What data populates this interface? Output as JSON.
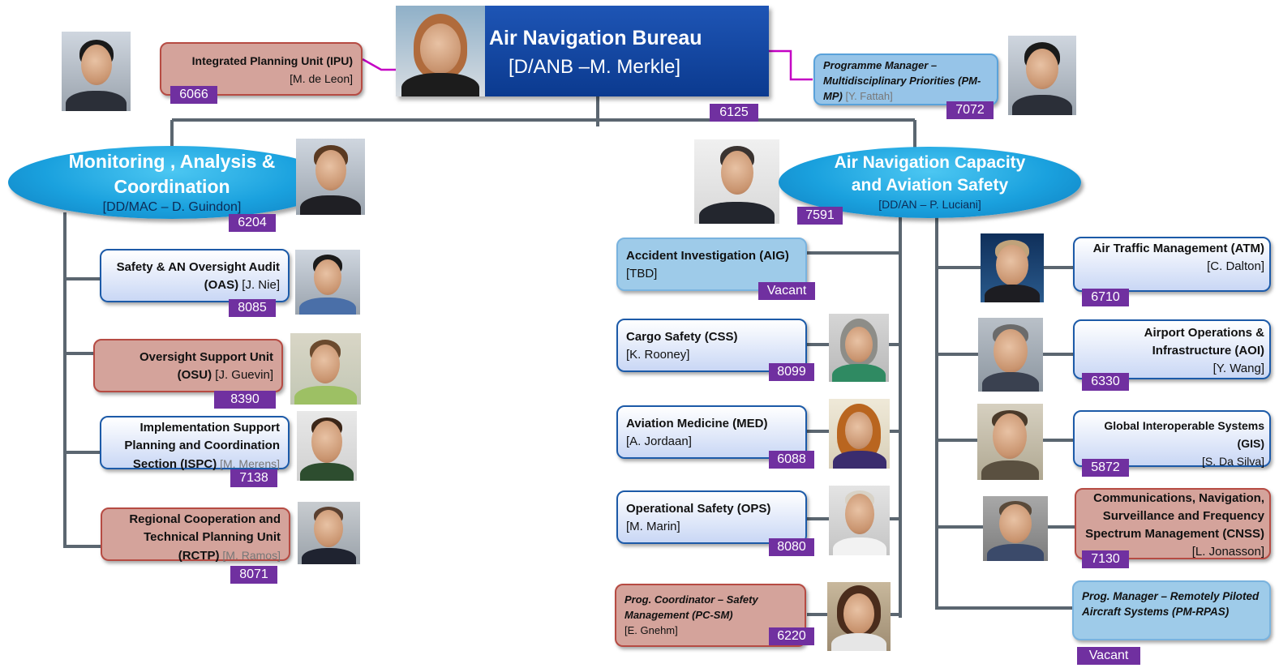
{
  "head": {
    "title": "Air Navigation Bureau",
    "subtitle": "[D/ANB –M. Merkle]",
    "ext": "6125"
  },
  "ipu": {
    "title": "Integrated Planning Unit (IPU)",
    "person": "[M. de Leon]",
    "ext": "6066"
  },
  "pmmp": {
    "title": "Programme Manager – Multidisciplinary Priorities (PM-MP",
    "paren": ")",
    "person": " [Y. Fattah]",
    "ext": "7072"
  },
  "mac": {
    "title_line1": "Monitoring , Analysis &",
    "title_line2": "Coordination",
    "person": "[DD/MAC – D. Guindon]",
    "ext": "6204",
    "units": [
      {
        "title": "Safety & AN Oversight Audit (OAS)",
        "person": " [J. Nie]",
        "ext": "8085"
      },
      {
        "title": "Oversight Support Unit (OSU)",
        "person": " [J. Guevin]",
        "ext": "8390"
      },
      {
        "title": "Implementation Support Planning and Coordination Section (ISPC)",
        "person": " [M. Merens]",
        "ext": "7138"
      },
      {
        "title": "Regional Cooperation and Technical Planning Unit (RCTP)",
        "person": " [M. Ramos]",
        "ext": "8071"
      }
    ]
  },
  "ancs": {
    "title_line1": "Air Navigation Capacity",
    "title_line2": "and Aviation Safety",
    "person": "[DD/AN – P. Luciani]",
    "ext": "7591",
    "left_units": [
      {
        "title": "Accident Investigation (AIG)",
        "person": " [TBD]",
        "ext": "Vacant"
      },
      {
        "title": "Cargo Safety (CSS)",
        "person": "[K. Rooney]",
        "ext": "8099"
      },
      {
        "title": "Aviation Medicine (MED)",
        "person": "[A. Jordaan]",
        "ext": "6088"
      },
      {
        "title": "Operational Safety (OPS)",
        "person": "[M. Marin]",
        "ext": "8080"
      },
      {
        "title": "Prog. Coordinator – Safety Management (PC-SM)",
        "person": "[E. Gnehm]",
        "ext": "6220"
      }
    ],
    "right_units": [
      {
        "title": "Air Traffic Management (ATM)",
        "person": "[C. Dalton]",
        "ext": "6710"
      },
      {
        "title": "Airport Operations & Infrastructure (AOI)",
        "person": "[Y. Wang]",
        "ext": "6330"
      },
      {
        "title": "Global Interoperable Systems (GIS)",
        "person": "[S. Da Silva]",
        "ext": "5872"
      },
      {
        "title": "Communications, Navigation, Surveillance and Frequency Spectrum Management (CNSS)",
        "person": " [L. Jonasson]",
        "ext": "7130"
      },
      {
        "title": "Prog. Manager – Remotely Piloted Aircraft Systems (PM-RPAS)",
        "person": "",
        "ext": "Vacant"
      }
    ]
  },
  "colors": {
    "connector": "#5b6670",
    "magenta_link": "#c400c4",
    "ext_badge": "#7030a0",
    "director_box": "#0b3a8f",
    "oval": "#1aa1de",
    "pink_box": "#d4a39b",
    "blue_box": "#c9d7f5",
    "sky_box": "#96c4e8"
  }
}
